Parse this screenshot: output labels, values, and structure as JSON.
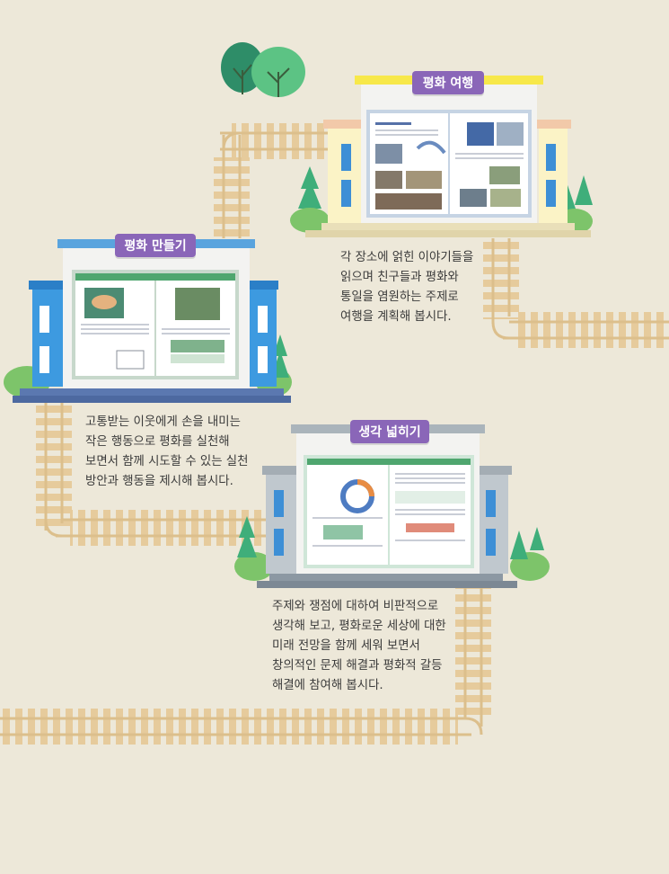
{
  "sections": [
    {
      "title": "평화 여행",
      "lines": [
        "각 장소에 얽힌 이야기들을",
        "읽으며 친구들과 평화와",
        "통일을 염원하는 주제로",
        "여행을 계획해 봅시다."
      ]
    },
    {
      "title": "평화 만들기",
      "lines": [
        "고통받는 이웃에게 손을 내미는",
        "작은 행동으로 평화를 실천해",
        "보면서 함께 시도할 수 있는 실천",
        "방안과 행동을 제시해 봅시다."
      ]
    },
    {
      "title": "생각 넓히기",
      "lines": [
        "주제와 쟁점에 대하여 비판적으로",
        "생각해 보고, 평화로운 세상에 대한",
        "미래 전망을 함께 세워 보면서",
        "창의적인 문제 해결과 평화적 갈등",
        "해결에 참여해 봅시다."
      ]
    }
  ],
  "colors": {
    "background": "#ede8d9",
    "rail": "#e3c89a",
    "badge": "#8a66b8",
    "station_yellow_roof": "#f7e84a",
    "station_blue": "#3d8fd6",
    "station_gray": "#b9c1c7",
    "tree_green": "#3fae7a"
  }
}
